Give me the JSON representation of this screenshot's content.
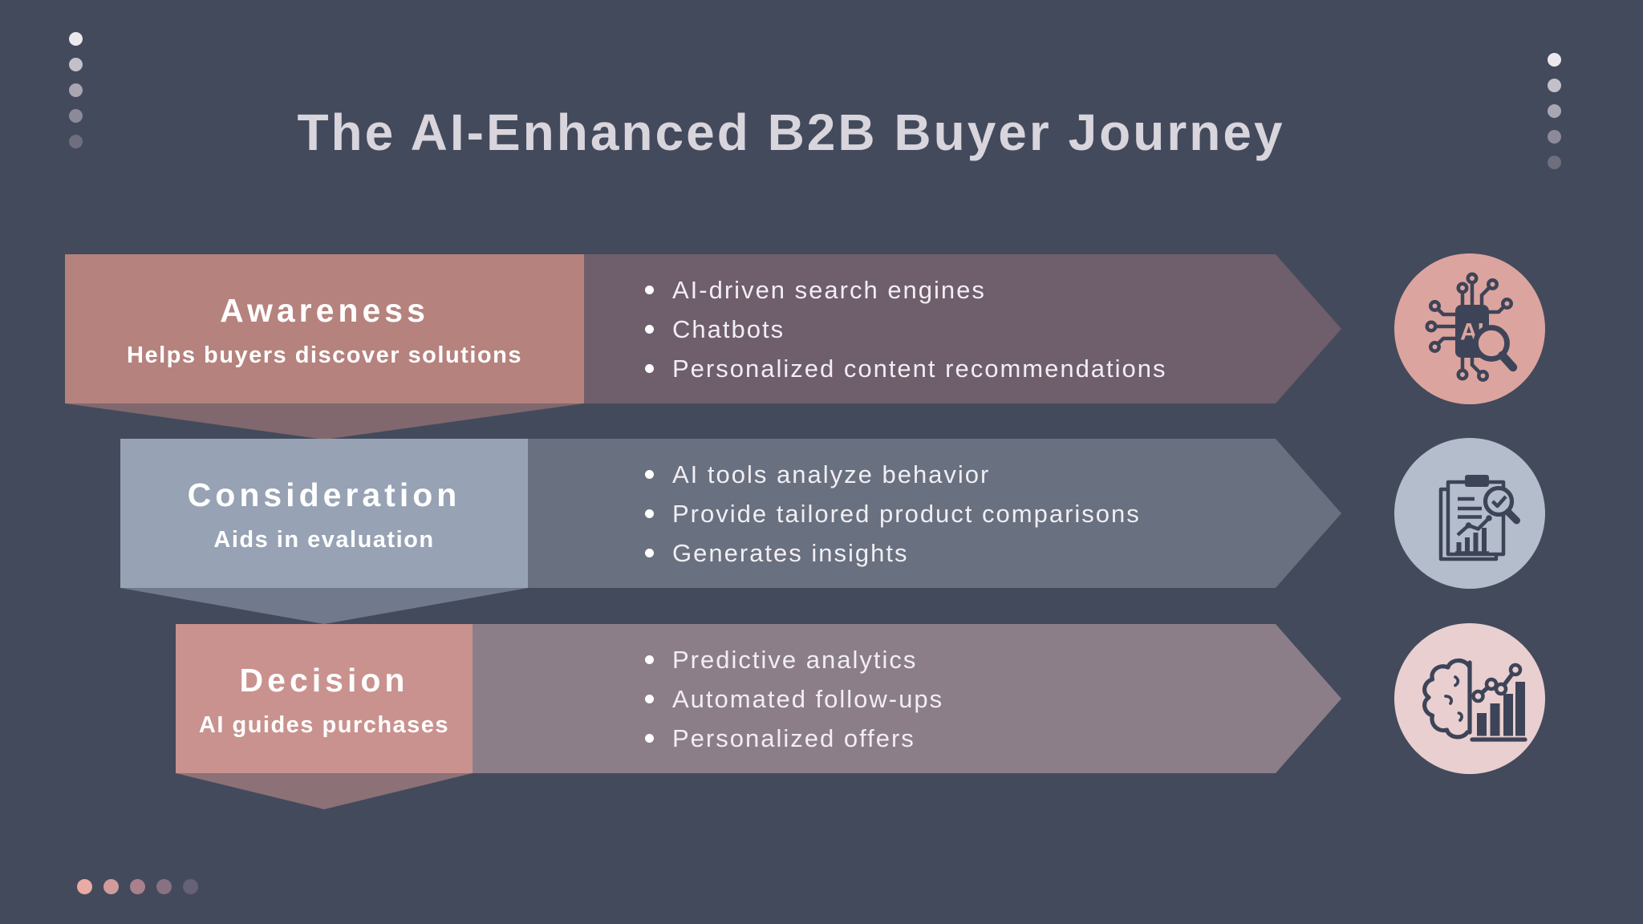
{
  "title": "The AI-Enhanced B2B Buyer Journey",
  "title_color": "#D9D5DD",
  "background_color": "#434A5C",
  "icon_ink_color": "#3E4458",
  "stages": [
    {
      "name": "Awareness",
      "description": "Helps buyers discover solutions",
      "bullets": [
        "AI-driven search engines",
        "Chatbots",
        "Personalized content recommendations"
      ],
      "icon": "ai-chip-magnifier-icon",
      "label_color": "#B5827E",
      "band_color": "#6F5E6B",
      "icon_circle_color": "#DCA49E"
    },
    {
      "name": "Consideration",
      "description": "Aids in evaluation",
      "bullets": [
        "AI tools analyze behavior",
        "Provide tailored product comparisons",
        "Generates insights"
      ],
      "icon": "report-analysis-icon",
      "label_color": "#97A2B4",
      "band_color": "#69707F",
      "icon_circle_color": "#B4BDCB"
    },
    {
      "name": "Decision",
      "description": "AI guides purchases",
      "bullets": [
        "Predictive analytics",
        "Automated follow-ups",
        "Personalized offers"
      ],
      "icon": "brain-analytics-icon",
      "label_color": "#C9928E",
      "band_color": "#8C7E88",
      "icon_circle_color": "#E9CFD0"
    }
  ],
  "decorations": {
    "top_left_dots": [
      "#ECE9ED",
      "#C3C0C9",
      "#A9A6B2",
      "#8C8A99",
      "#6F6E7F"
    ],
    "top_right_dots": [
      "#ECE9ED",
      "#C3C0C9",
      "#A9A6B2",
      "#8C8A99",
      "#6F6E7F"
    ],
    "bottom_left_dots": [
      "#E9ABA4",
      "#D09C9B",
      "#A8818C",
      "#877284",
      "#676175"
    ]
  }
}
